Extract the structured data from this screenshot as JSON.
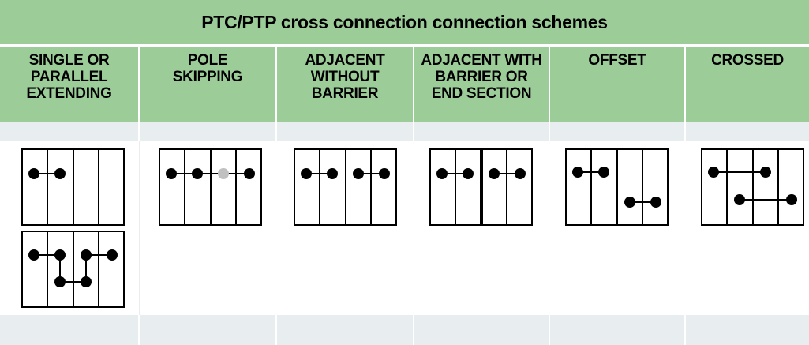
{
  "title": "PTC/PTP cross connection connection schemes",
  "columns": [
    {
      "label": "SINGLE OR\nPARALLEL\nEXTENDING",
      "diagram": "single-parallel-extending"
    },
    {
      "label": "POLE\nSKIPPING",
      "diagram": "pole-skipping"
    },
    {
      "label": "ADJACENT\nWITHOUT\nBARRIER",
      "diagram": "adjacent-without-barrier"
    },
    {
      "label": "ADJACENT WITH\nBARRIER OR\nEND SECTION",
      "diagram": "adjacent-with-barrier"
    },
    {
      "label": "OFFSET",
      "diagram": "offset"
    },
    {
      "label": "CROSSED",
      "diagram": "crossed"
    }
  ],
  "colors": {
    "header_bg": "#9ccc98",
    "band_bg": "#e8edef",
    "skipped_dot": "#c0c0c0"
  }
}
